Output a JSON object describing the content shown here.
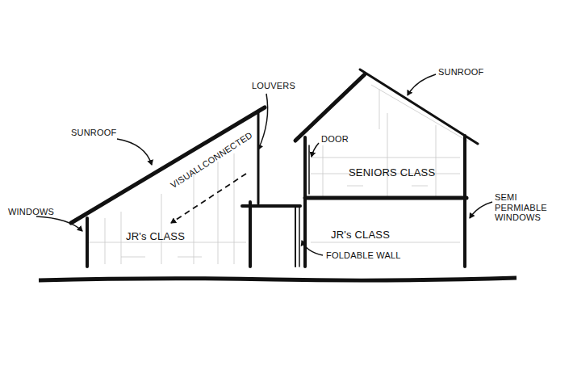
{
  "diagram": {
    "labels": [
      "SUNROOF",
      "LOUVERS",
      "WINDOWS",
      "VISUALLCONNECTED",
      "DOOR",
      "SENIORS CLASS",
      "JR's CLASS",
      "JR's CLASS",
      "FOLDABLE WALL",
      "SUNROOF",
      "SEMI PERMIABLE WINDOWS"
    ]
  }
}
